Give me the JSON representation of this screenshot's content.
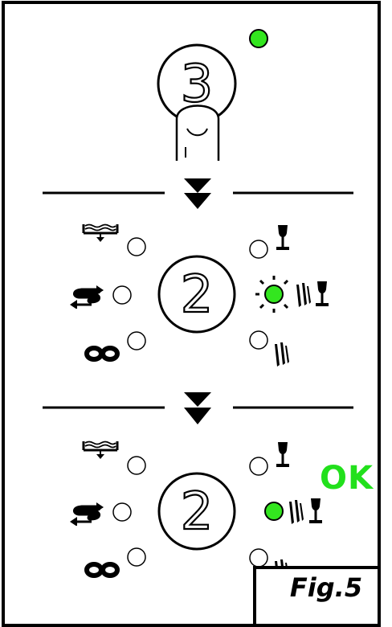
{
  "figure": {
    "label": "Fig.5",
    "status_text": "OK",
    "colors": {
      "led_on": "#33e61f",
      "status_text": "#22e01c",
      "stroke": "#000000"
    }
  },
  "step_press": {
    "button_number": "3",
    "indicator": "led-on",
    "hand": "finger-pressing-icon"
  },
  "panels": [
    {
      "button_number": "2",
      "left_leds": [
        {
          "icon": "prewash-icon",
          "state": "off"
        },
        {
          "icon": "rinse-cycle-icon",
          "state": "off"
        },
        {
          "icon": "infinity-icon",
          "state": "off"
        }
      ],
      "right_leds": [
        {
          "icon": "glass-icon",
          "state": "off"
        },
        {
          "icon": "cutlery-glass-icon",
          "state": "blinking"
        },
        {
          "icon": "cutlery-icon",
          "state": "off"
        }
      ]
    },
    {
      "button_number": "2",
      "left_leds": [
        {
          "icon": "prewash-icon",
          "state": "off"
        },
        {
          "icon": "rinse-cycle-icon",
          "state": "off"
        },
        {
          "icon": "infinity-icon",
          "state": "off"
        }
      ],
      "right_leds": [
        {
          "icon": "glass-icon",
          "state": "off"
        },
        {
          "icon": "cutlery-glass-icon",
          "state": "on"
        },
        {
          "icon": "cutlery-icon",
          "state": "off"
        }
      ]
    }
  ]
}
